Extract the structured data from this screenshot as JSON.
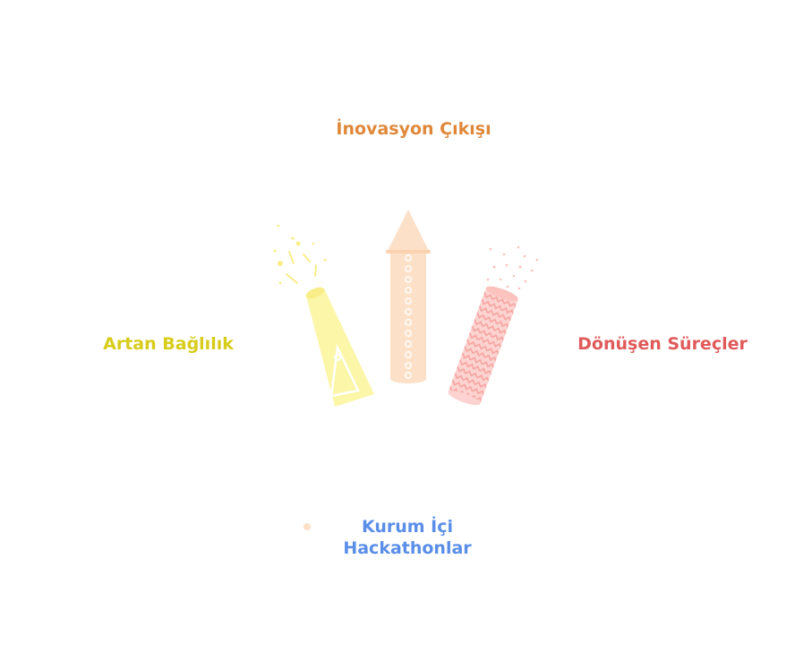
{
  "labels": {
    "top": "İnovasyon Çıkışı",
    "left": "Artan Bağlılık",
    "right": "Dönüşen Süreçler",
    "bottom_line1": "Kurum İçi",
    "bottom_line2": "Hackathonlar"
  },
  "colors": {
    "top": "#E0883A",
    "left": "#D8CC1A",
    "right": "#E05A5A",
    "bottom": "#5A8EE8",
    "rocket_body": "#FDE0C8",
    "yellow_popper": "#FBF6A8",
    "pink_popper": "#FCD3D0"
  },
  "icons": {
    "center": "rocket-icon",
    "left": "party-popper-yellow-icon",
    "right": "party-popper-pink-icon",
    "bottom": "dot-icon"
  }
}
